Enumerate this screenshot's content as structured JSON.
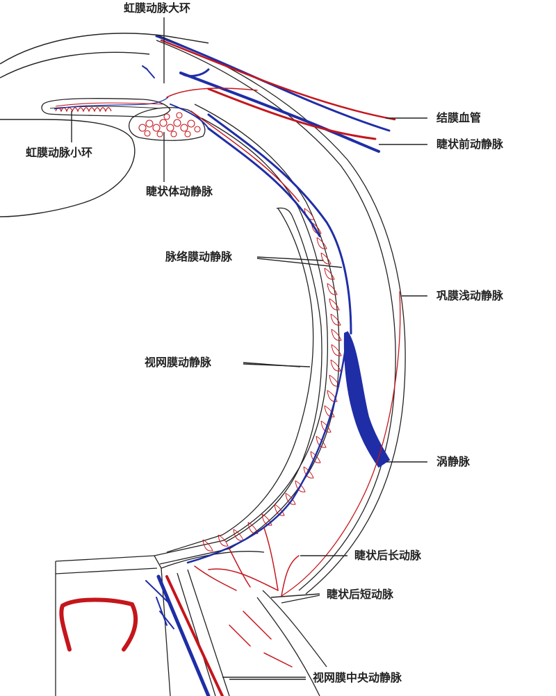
{
  "colors": {
    "artery": "#c4161c",
    "vein": "#1f2ea6",
    "outline": "#222222",
    "leader": "#222222"
  },
  "labels": {
    "iris_major_circle": "虹膜动脉大环",
    "conjunctival_vessels": "结膜血管",
    "anterior_ciliary": "睫状前动静脉",
    "iris_minor_circle": "虹膜动脉小环",
    "ciliary_body_vessels": "睫状体动静脉",
    "choroidal_vessels": "脉络膜动静脉",
    "episcleral_vessels": "巩膜浅动静脉",
    "retinal_vessels": "视网膜动静脉",
    "vortex_vein": "涡静脉",
    "long_posterior_ciliary": "睫状后长动脉",
    "short_posterior_ciliary": "睫状后短动脉",
    "central_retinal": "视网膜中央动静脉"
  }
}
